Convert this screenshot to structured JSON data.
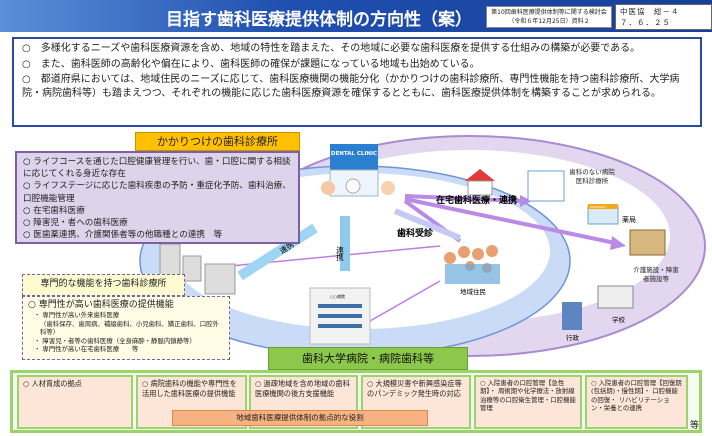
{
  "header": {
    "title": "目指す歯科医療提供体制の方向性（案）",
    "meeting_line1": "第10回歯科医療提供体制等に関する検討会",
    "meeting_line2": "（令和６年12月25日）資料２",
    "doc_no": "中医協　総－４",
    "doc_date": "７．６．２５"
  },
  "intro": [
    "○　多様化するニーズや歯科医療資源を含め、地域の特性を踏まえた、その地域に必要な歯科医療を提供する仕組みの構築が必要である。",
    "○　また、歯科医師の高齢化や偏在により、歯科医師の確保が課題になっている地域も出始めている。",
    "○　都道府県においては、地域住民のニーズに応じて、歯科医療機関の機能分化（かかりつけの歯科診療所、専門性機能を持つ歯科診療所、大学病院・病院歯科等）も踏まえつつ、それぞれの機能に応じた歯科医療資源を確保するとともに、歯科医療提供体制を構築することが求められる。"
  ],
  "kakaritsuke": {
    "label": "かかりつけの歯科診療所",
    "items": [
      "○ ライフコースを通じた口腔健康管理を行い、歯・口腔に関する相談に応じてくれる身近な存在",
      "○ ライフステージに応じた歯科疾患の予防・重症化予防、歯科治療、口腔機能管理",
      "○ 在宅歯科医療",
      "○ 障害児・者への歯科医療",
      "○ 医歯薬連携、介護関係者等の他職種との連携　等"
    ]
  },
  "specialized": {
    "label": "専門的な機能を持つ歯科診療所",
    "heading": "○ 専門性が高い歯科医療の提供機能",
    "items": [
      "・ 専門性が高い外来歯科医療",
      "（歯科保存、歯周病、補綴歯科、小児歯科、矯正歯科、口腔外科等）",
      "・ 障害児・者等の歯科医療（全身麻酔・静脈内鎮静等）",
      "・ 専門性が高い在宅歯科医療　　等"
    ]
  },
  "diagram": {
    "clinic_sign": "DENTAL CLINIC",
    "renkei_diag": "連携",
    "renkei_vert": "連携",
    "home_care": "在宅歯科医療・連携",
    "visit": "歯科受診",
    "residents": "地域住民",
    "hospital_no_dental": "歯科のない病院 医科診療所",
    "pharmacy_sign": "PHARMACY",
    "pharmacy": "薬局",
    "care_facility": "介護施設・障害者施設等",
    "school": "学校",
    "gov": "行政",
    "univ_building": "○○病院"
  },
  "university": {
    "label": "歯科大学病院・病院歯科等",
    "boxes": [
      "○ 人材育成の拠点",
      "○ 病院歯科の機能や専門性を活用した歯科医療の提供機能",
      "○ 過疎地域を含め地域の歯科医療機関の後方支援機能",
      "○ 大規模災害や新興感染症等のパンデミック発生時の対応",
      "○ 入院患者の口腔管理【急性期】・ 周術期や化学療法・放射線治療等の口腔衛生管理・口腔機能管理",
      "○ 入院患者の口腔管理【回復期(包括期)・慢性期】・ 口腔機能の回復・ リハビリテーション・栄養との連携"
    ],
    "role": "地域歯科医療提供体制の拠点的な役割",
    "etc": "等"
  }
}
